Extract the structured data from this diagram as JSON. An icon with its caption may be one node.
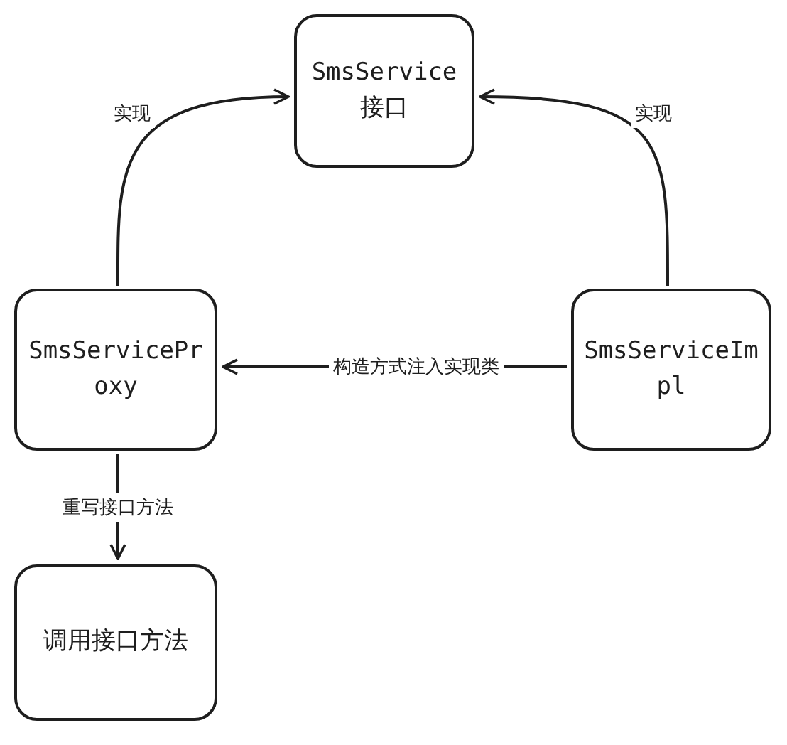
{
  "diagram": {
    "nodes": [
      {
        "text": [
          "SmsService接口"
        ]
      },
      {
        "text": [
          "SmsServiceProxy"
        ]
      },
      {
        "text": [
          "SmsServiceImpl"
        ]
      },
      {
        "text": [
          "调用接口方法"
        ]
      }
    ],
    "edges": [
      {
        "from": 1,
        "to": 0,
        "arrow": "to",
        "label": "实现"
      },
      {
        "from": 2,
        "to": 0,
        "arrow": "to",
        "label": "实现"
      },
      {
        "from": 2,
        "to": 1,
        "arrow": "to",
        "label": "构造方式注入实现类"
      },
      {
        "from": 1,
        "to": 3,
        "arrow": "to",
        "label": "重写接口方法"
      }
    ]
  }
}
